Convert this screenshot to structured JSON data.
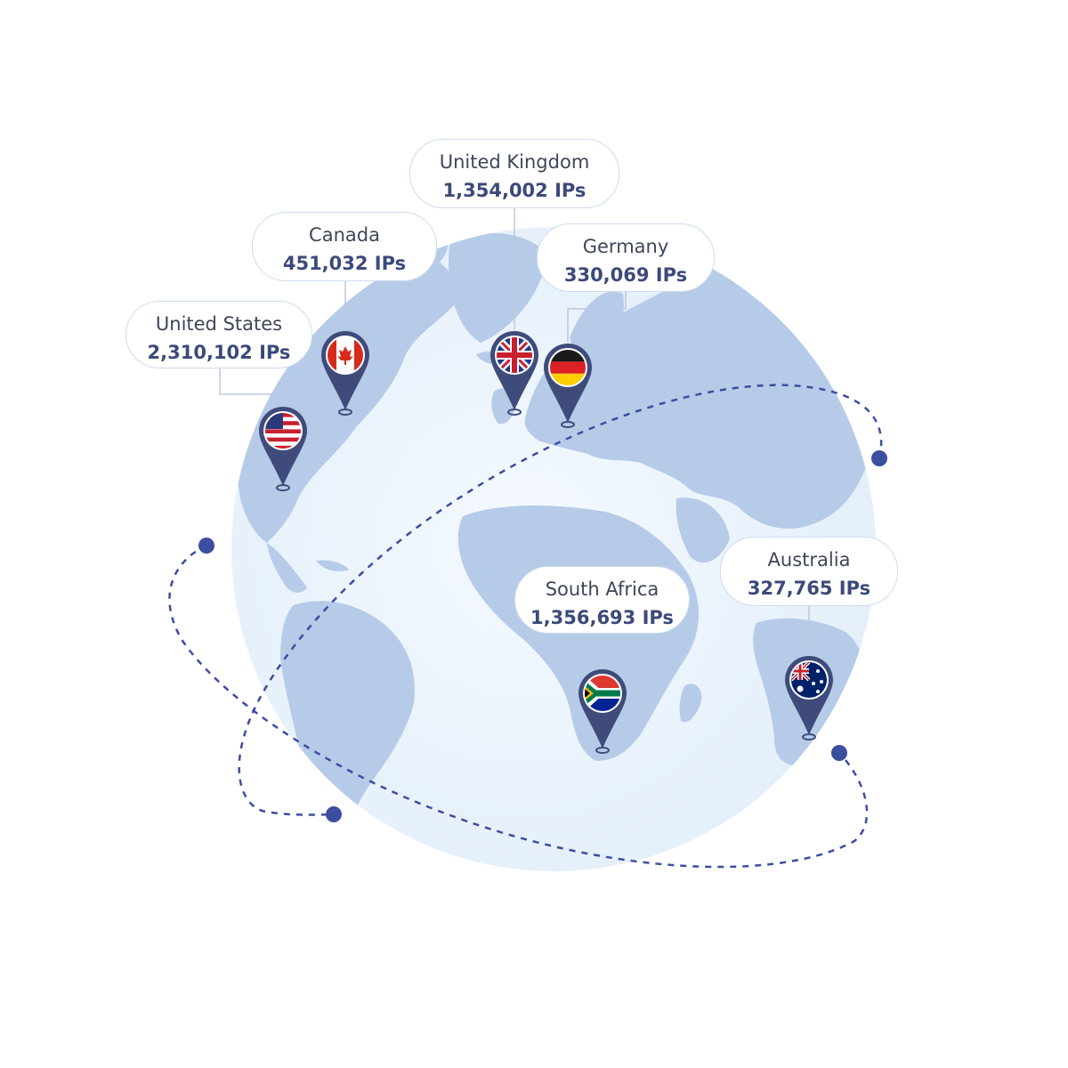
{
  "locations": [
    {
      "id": "us",
      "name": "United States",
      "count": "2,310,102 IPs",
      "flag": "flag-usa-icon"
    },
    {
      "id": "ca",
      "name": "Canada",
      "count": "451,032 IPs",
      "flag": "flag-canada-icon"
    },
    {
      "id": "uk",
      "name": "United Kingdom",
      "count": "1,354,002 IPs",
      "flag": "flag-uk-icon"
    },
    {
      "id": "de",
      "name": "Germany",
      "count": "330,069 IPs",
      "flag": "flag-germany-icon"
    },
    {
      "id": "za",
      "name": "South Africa",
      "count": "1,356,693 IPs",
      "flag": "flag-south-africa-icon"
    },
    {
      "id": "au",
      "name": "Australia",
      "count": "327,765 IPs",
      "flag": "flag-australia-icon"
    }
  ],
  "colors": {
    "ocean": "#eef5fd",
    "land": "#b6cbe8",
    "pin": "#3f4c7b",
    "orbit": "#3c4ea0",
    "card_border": "#cfdcee",
    "count_text": "#3c4a7a"
  }
}
